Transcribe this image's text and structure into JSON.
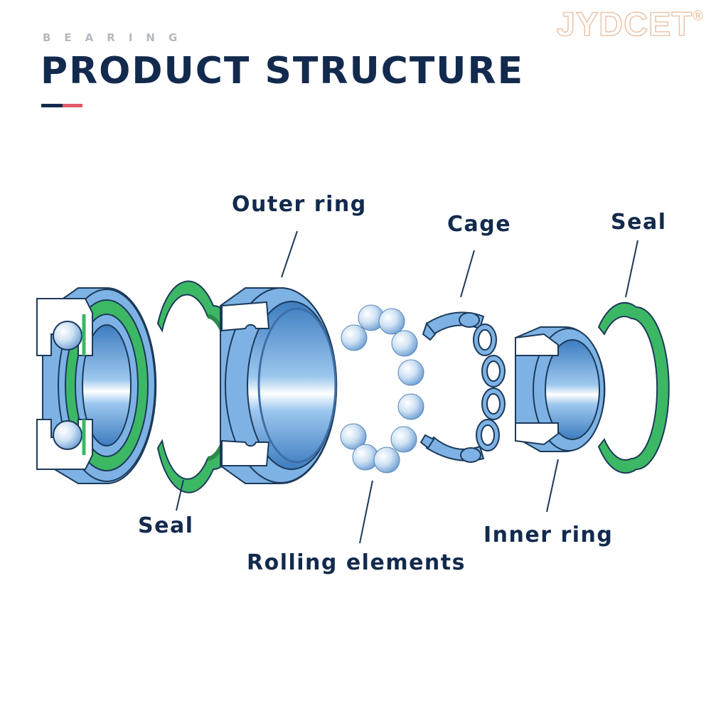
{
  "header": {
    "kicker": "BEARING",
    "title": "PRODUCT STRUCTURE",
    "accent_dark": "#122a4d",
    "accent_red": "#e05a68"
  },
  "brand": {
    "name": "JYDCET",
    "registered_mark": "®"
  },
  "labels": {
    "outer_ring": "Outer ring",
    "cage": "Cage",
    "seal_right": "Seal",
    "seal_left": "Seal",
    "rolling_elements": "Rolling elements",
    "inner_ring": "Inner ring"
  },
  "colors": {
    "ring_blue": "#7eb2e4",
    "ring_dark": "#4d86c4",
    "seal_green": "#3cb865",
    "seal_green_dark": "#2b8b4b",
    "outline": "#1c3a5a"
  }
}
